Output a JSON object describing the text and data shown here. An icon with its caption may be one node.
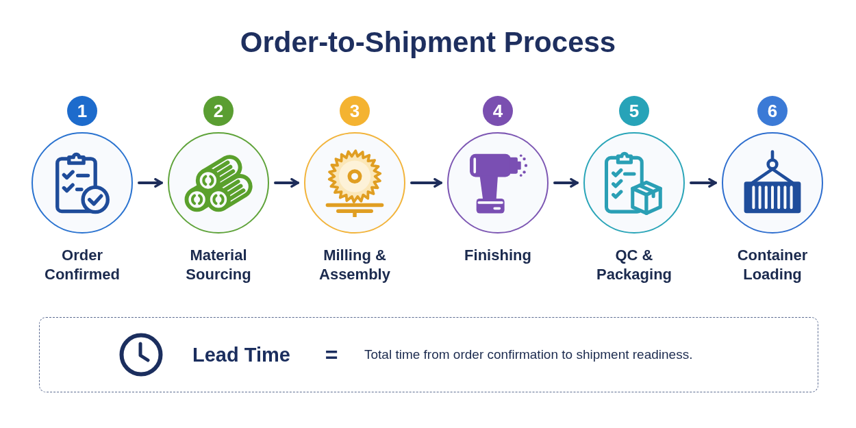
{
  "diagram": {
    "title": "Order-to-Shipment Process",
    "nodes": [
      {
        "text": [
          "Order Confirmed"
        ],
        "beside": [
          "1"
        ]
      },
      {
        "text": [
          "Material Sourcing"
        ],
        "beside": [
          "2"
        ]
      },
      {
        "text": [
          "Milling & Assembly"
        ],
        "beside": [
          "3"
        ]
      },
      {
        "text": [
          "Finishing"
        ],
        "beside": [
          "4"
        ]
      },
      {
        "text": [
          "QC & Packaging"
        ],
        "beside": [
          "5"
        ]
      },
      {
        "text": [
          "Container Loading"
        ],
        "beside": [
          "6"
        ]
      },
      {
        "text": [
          "Lead Time",
          "=",
          "Total time from order confirmation to shipment readiness."
        ]
      }
    ],
    "edges": [
      {
        "from": 0,
        "to": 1,
        "arrow": "to"
      },
      {
        "from": 1,
        "to": 2,
        "arrow": "to"
      },
      {
        "from": 2,
        "to": 3,
        "arrow": "to"
      },
      {
        "from": 3,
        "to": 4,
        "arrow": "to"
      },
      {
        "from": 4,
        "to": 5,
        "arrow": "to"
      }
    ]
  }
}
